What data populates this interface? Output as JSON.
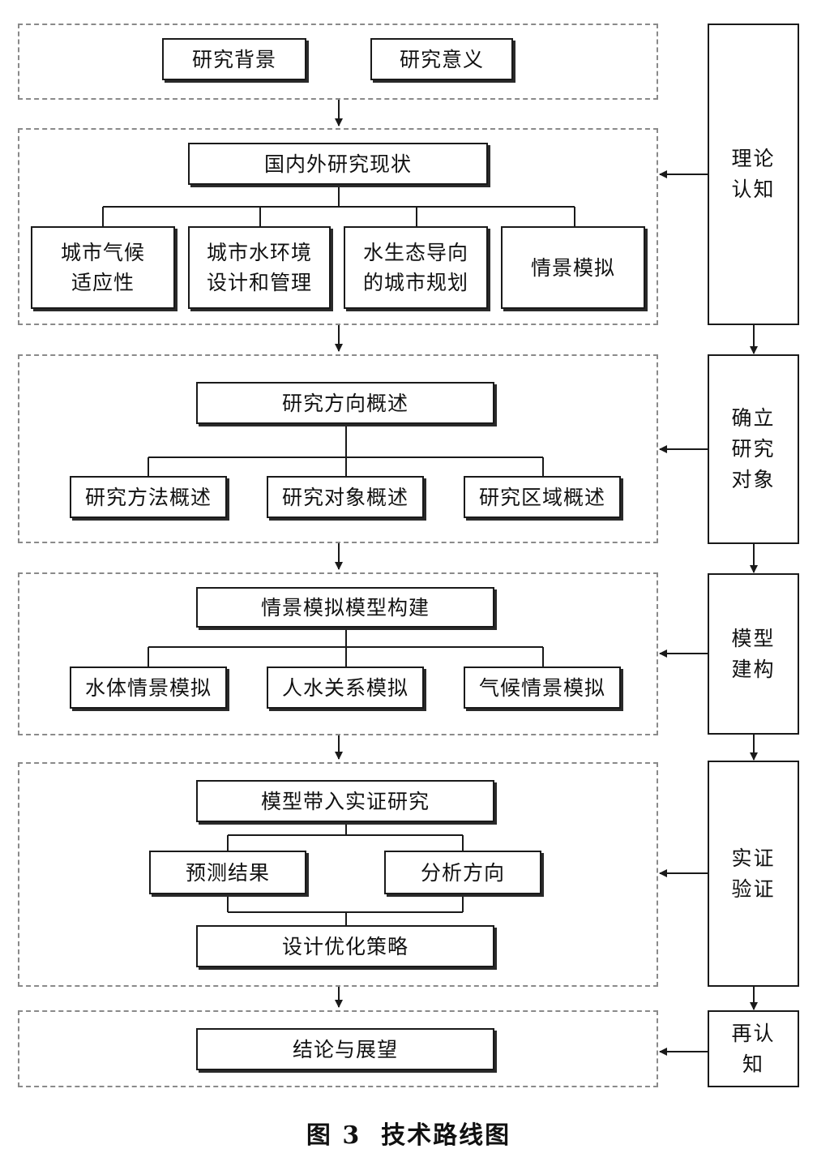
{
  "stages": {
    "s1": {
      "items": [
        "研究背景",
        "研究意义"
      ]
    },
    "s2": {
      "head": "国内外研究现状",
      "items": [
        "城市气候\n适应性",
        "城市水环境\n设计和管理",
        "水生态导向\n的城市规划",
        "情景模拟"
      ]
    },
    "s3": {
      "head": "研究方向概述",
      "items": [
        "研究方法概述",
        "研究对象概述",
        "研究区域概述"
      ]
    },
    "s4": {
      "head": "情景模拟模型构建",
      "items": [
        "水体情景模拟",
        "人水关系模拟",
        "气候情景模拟"
      ]
    },
    "s5": {
      "head": "模型带入实证研究",
      "items": [
        "预测结果",
        "分析方向"
      ],
      "tail": "设计优化策略"
    },
    "s6": {
      "head": "结论与展望"
    }
  },
  "side": [
    "理论\n认知",
    "确立\n研究\n对象",
    "模型\n建构",
    "实证\n验证",
    "再认\n知"
  ],
  "caption": "图 3  技术路线图"
}
